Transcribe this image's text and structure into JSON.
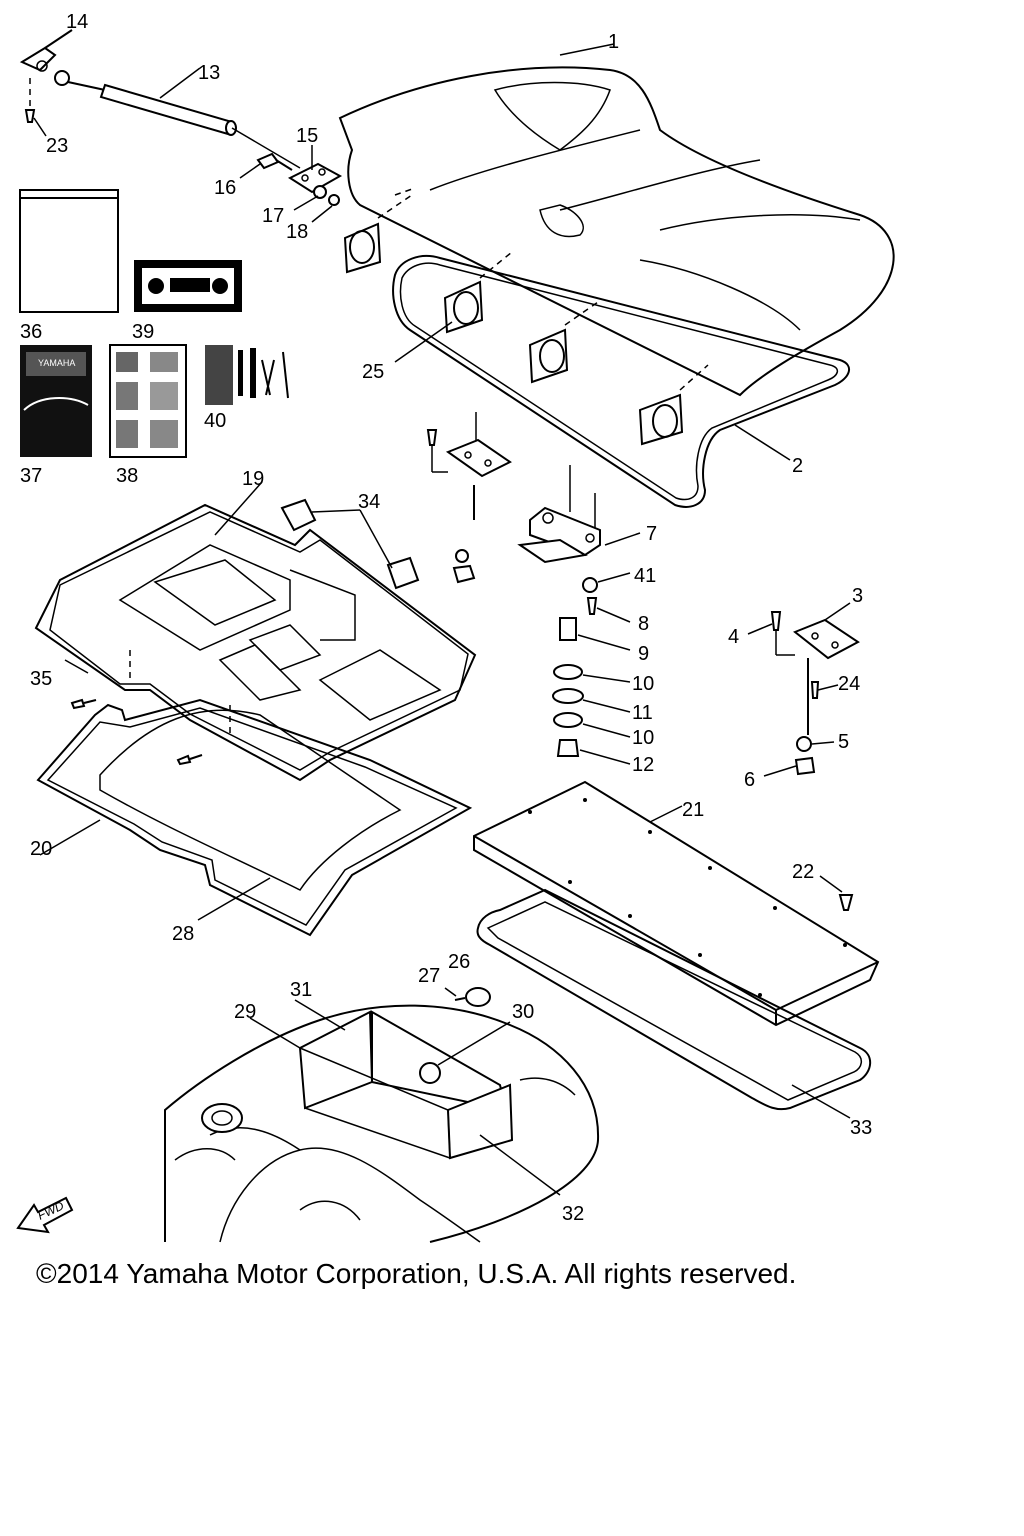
{
  "diagram": {
    "callouts": [
      "1",
      "2",
      "3",
      "4",
      "5",
      "6",
      "7",
      "8",
      "9",
      "10",
      "10",
      "11",
      "12",
      "13",
      "14",
      "15",
      "16",
      "17",
      "18",
      "19",
      "20",
      "21",
      "22",
      "23",
      "24",
      "25",
      "26",
      "27",
      "28",
      "29",
      "30",
      "31",
      "32",
      "33",
      "34",
      "35",
      "36",
      "37",
      "38",
      "39",
      "40",
      "41"
    ],
    "fwd_label": "FWD",
    "manual_cover_text": "YAMAHA"
  },
  "footer": {
    "copyright": "©2014 Yamaha Motor Corporation, U.S.A. All rights reserved."
  }
}
